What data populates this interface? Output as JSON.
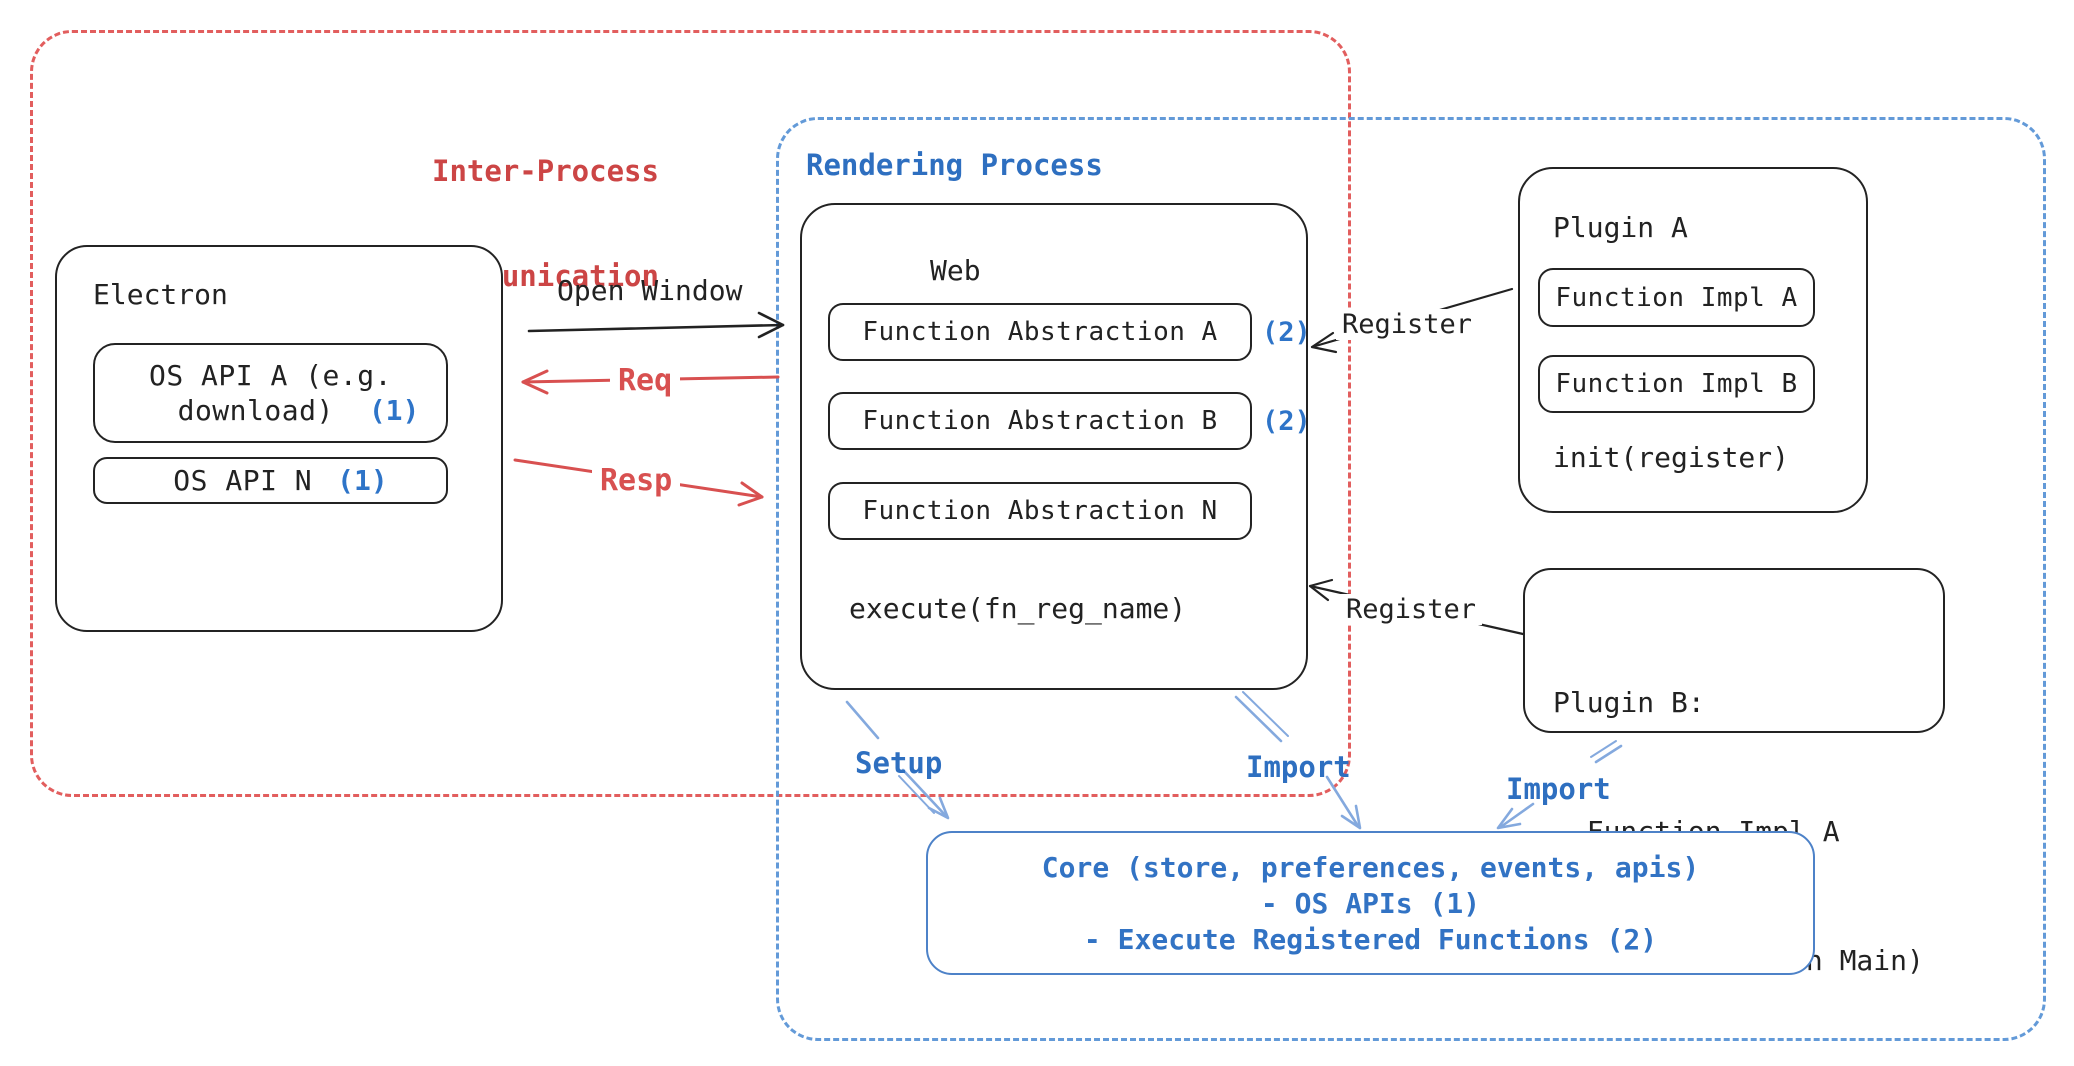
{
  "colors": {
    "red_text": "#cc4545",
    "red_line": "#d85050",
    "red_dash": "#e25e5e",
    "blue_text": "#2e6fc0",
    "blue_badge": "#2e74c8",
    "blue_dash": "#639ad8",
    "blue_arrow": "#84a9de",
    "core_blue": "#3273c4",
    "ink": "#222222"
  },
  "ipc": {
    "title_line1": "Inter-Process",
    "title_line2": "Communication"
  },
  "rendering": {
    "title": "Rendering Process"
  },
  "electron": {
    "title": "Electron",
    "api_a": {
      "line1": "OS API A (e.g.",
      "line2": "download)",
      "badge": "(1)"
    },
    "api_n": {
      "label": "OS API N",
      "badge": "(1)"
    }
  },
  "arrows": {
    "open_window": "Open Window",
    "req": "Req",
    "resp": "Resp",
    "register_top": "Register",
    "register_bottom": "Register",
    "setup": "Setup",
    "import_web": "Import",
    "import_plugin": "Import"
  },
  "web": {
    "title": "Web",
    "items": [
      {
        "label": "Function Abstraction A",
        "badge": "(2)"
      },
      {
        "label": "Function Abstraction B",
        "badge": "(2)"
      },
      {
        "label": "Function Abstraction N",
        "badge": ""
      }
    ],
    "execute": "execute(fn_reg_name)"
  },
  "plugin_a": {
    "title": "Plugin A",
    "impl_a": "Function Impl A",
    "impl_b": "Function Impl B",
    "init": "init(register)"
  },
  "plugin_b": {
    "title": "Plugin B:",
    "items": [
      "- Function Impl A",
      "- Module (run on Main)"
    ]
  },
  "core": {
    "line1": "Core (store, preferences, events, apis)",
    "line2": "- OS APIs (1)",
    "line3": "- Execute Registered Functions (2)"
  }
}
